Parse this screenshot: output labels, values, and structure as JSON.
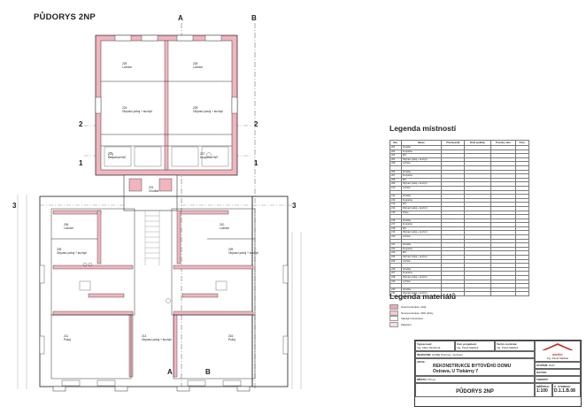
{
  "drawing": {
    "title": "PŮDORYS 2NP",
    "section_marks": {
      "a": "A",
      "b": "B"
    },
    "grid_marks": {
      "one": "1",
      "two": "2",
      "three": "3"
    }
  },
  "rooms_plan": [
    {
      "id": "225",
      "name": "Ložnice"
    },
    {
      "id": "226",
      "name": "Ložnice"
    },
    {
      "id": "224",
      "name": "Obývací pokoj + kuchyň"
    },
    {
      "id": "228",
      "name": "Obývací pokoj + kuchyň"
    },
    {
      "id": "223",
      "name": "Koupelna+WC"
    },
    {
      "id": "227",
      "name": "Koupelna+WC"
    },
    {
      "id": "201",
      "name": "Chodba"
    },
    {
      "id": "206",
      "name": "Ložnice"
    },
    {
      "id": "210",
      "name": "Ložnice"
    },
    {
      "id": "205",
      "name": "Obývací pokoj + kuchyň"
    },
    {
      "id": "209",
      "name": "Obývací pokoj + kuchyň"
    },
    {
      "id": "211",
      "name": "Pokoj"
    },
    {
      "id": "213",
      "name": "Obývací pokoj + kuchyň"
    },
    {
      "id": "216",
      "name": "Pokoj"
    }
  ],
  "legend_rooms": {
    "title": "Legenda místností",
    "headers": [
      "Ozn.",
      "Název",
      "Plocha [m2]",
      "Druh podlahy",
      "Povrchy stěn",
      "Pozn."
    ],
    "rows": [
      [
        "201",
        "Chodba",
        "",
        "",
        "",
        ""
      ],
      [
        "202",
        "Koupelna",
        "",
        "",
        "",
        ""
      ],
      [
        "203",
        "WC",
        "",
        "",
        "",
        ""
      ],
      [
        "204",
        "Obývací pokoj + kuchyň",
        "",
        "",
        "",
        ""
      ],
      [
        "205",
        "Ložnice",
        "",
        "",
        "",
        ""
      ],
      [
        "",
        "",
        "",
        "",
        "",
        ""
      ],
      [
        "206",
        "Chodba",
        "",
        "",
        "",
        ""
      ],
      [
        "207",
        "Koupelna",
        "",
        "",
        "",
        ""
      ],
      [
        "208",
        "WC",
        "",
        "",
        "",
        ""
      ],
      [
        "209",
        "Obývací pokoj + kuchyň",
        "",
        "",
        "",
        ""
      ],
      [
        "210",
        "Ložnice",
        "",
        "",
        "",
        ""
      ],
      [
        "",
        "",
        "",
        "",
        "",
        ""
      ],
      [
        "211",
        "Chodba",
        "",
        "",
        "",
        ""
      ],
      [
        "212",
        "Koupelna",
        "",
        "",
        "",
        ""
      ],
      [
        "213",
        "WC",
        "",
        "",
        "",
        ""
      ],
      [
        "214",
        "Obývací pokoj + kuchyň",
        "",
        "",
        "",
        ""
      ],
      [
        "215",
        "Pokoj",
        "",
        "",
        "",
        ""
      ],
      [
        "",
        "",
        "",
        "",
        "",
        ""
      ],
      [
        "216",
        "Chodba",
        "",
        "",
        "",
        ""
      ],
      [
        "217",
        "Koupelna",
        "",
        "",
        "",
        ""
      ],
      [
        "218",
        "WC",
        "",
        "",
        "",
        ""
      ],
      [
        "219",
        "Obývací pokoj + kuchyň",
        "",
        "",
        "",
        ""
      ],
      [
        "220",
        "Ložnice",
        "",
        "",
        "",
        ""
      ],
      [
        "",
        "",
        "",
        "",
        "",
        ""
      ],
      [
        "221",
        "Chodba",
        "",
        "",
        "",
        ""
      ],
      [
        "222",
        "Koupelna",
        "",
        "",
        "",
        ""
      ],
      [
        "223",
        "WC",
        "",
        "",
        "",
        ""
      ],
      [
        "224",
        "Obývací pokoj + kuchyň",
        "",
        "",
        "",
        ""
      ],
      [
        "225",
        "Ložnice",
        "",
        "",
        "",
        ""
      ],
      [
        "",
        "",
        "",
        "",
        "",
        ""
      ],
      [
        "226",
        "Chodba",
        "",
        "",
        "",
        ""
      ],
      [
        "227",
        "Koupelna",
        "",
        "",
        "",
        ""
      ],
      [
        "228",
        "Obývací pokoj + kuchyň",
        "",
        "",
        "",
        ""
      ],
      [
        "229",
        "Ložnice",
        "",
        "",
        "",
        ""
      ],
      [
        "",
        "",
        "",
        "",
        "",
        ""
      ],
      [
        "230",
        "Chodba",
        "",
        "",
        "",
        ""
      ],
      [
        "231",
        "Obývací pokoj + kuchyň",
        "",
        "",
        "",
        ""
      ]
    ]
  },
  "legend_materials": {
    "title": "Legenda materiálů",
    "items": [
      {
        "color": "#e9a9b4",
        "text": "Nová konstrukce, cihla"
      },
      {
        "color": "#f3c9d0",
        "text": "Nová konstrukce, SDK příčky"
      },
      {
        "color": "#ffffff",
        "text": "Stávající konstrukce"
      },
      {
        "color": "#f7dde2",
        "text": "Zateplení"
      }
    ]
  },
  "title_block": {
    "logo_text": "atelier",
    "company_lines": [
      "Ing. Pavel Maliček",
      "Ostrava"
    ],
    "header_labels": [
      "Vypracoval:",
      "Zod. projektant:",
      "Techn. kontrola:"
    ],
    "header_values": [
      "Ing. Klára Skuhrová",
      "Ing. Pavel Maliček",
      "Ing. Pavel Maliček"
    ],
    "investor_label": "INVESTOR:",
    "investor_value": "HOME Premium, družstvo",
    "akce_label": "AKCE:",
    "akce_value_1": "REKONSTRUKCE BYTOVÉHO DOMU",
    "akce_value_2": "Ostrava, U Tiskárny 7",
    "mesto_label": "MĚSTO:",
    "mesto_value": "Přívoz",
    "stupen_label": "STUPEŇ:",
    "stupen_value": "DUR",
    "datum_label": "DATUM:",
    "datum_value": "",
    "format_label": "FORMÁT:",
    "format_value": "",
    "meritko_label": "MĚŘÍTKO:",
    "meritko_value": "1:100",
    "cislo_label": "Č. VÝKRESU:",
    "cislo_value": "D.1.1.B.08",
    "drawing_name": "PŮDORYS 2NP"
  }
}
